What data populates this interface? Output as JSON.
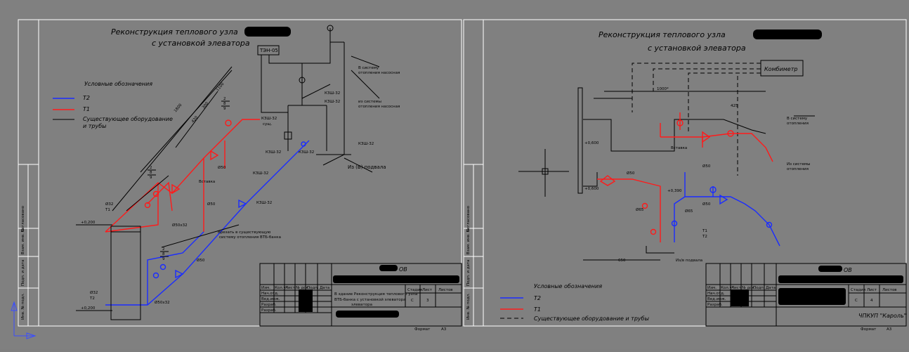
{
  "left_sheet": {
    "title_line1": "Реконструкция теплового узла",
    "title_line2": "с установкой элеватора",
    "legend_title": "Условные обозначения",
    "legend": [
      {
        "label": "Т2",
        "color": "#1a2cff"
      },
      {
        "label": "Т1",
        "color": "#ff1a1a"
      },
      {
        "label": "Существующее оборудование",
        "color": "#000000"
      },
      {
        "label": "и трубы",
        "color": ""
      }
    ],
    "labels": {
      "ten": "ТЭН-05",
      "to_system1": "В систему",
      "to_system1b": "отопления насосная",
      "from_system1": "из системы",
      "from_system1b": "отопления насосная",
      "kzsh32_a": "КЗШ-32",
      "kzsh32_b": "КЗШ-32",
      "kzsh32_c": "КЗШ-32",
      "kzsh32_d": "КЗШ-32",
      "kzsh32_e": "КЗШ-32",
      "kzsh32_f": "КЗШ-32",
      "sush": "сущ.",
      "iz_b_podvala": "Из (В) подвала",
      "vrezka": "Врезать в существующую",
      "vrezka2": "систему отопления ВТБ-банка",
      "d50x32": "Ø50х32",
      "d50x32b": "Ø50х32",
      "d50": "Ø50",
      "d50b": "Ø50",
      "d50c": "Ø50",
      "d32": "Ø32",
      "t1": "Т1",
      "d32b": "Ø32",
      "t2": "Т2",
      "lvl1": "+0,200",
      "lvl2": "+0,200",
      "vstavka": "Вставка",
      "dim_1100": "1100",
      "dim_420": "420",
      "dim_1800": "1800",
      "dim_300": "300",
      "frac_2_8_9": [
        "2",
        "8",
        "9"
      ]
    },
    "stamp": {
      "code": "ОВ",
      "rows": [
        "Нач.отд.",
        "Вед.инж.",
        "Разраб.",
        "Разраб."
      ],
      "cols": [
        "Изм.",
        "Кол.уч",
        "Лист",
        "№ док.",
        "Подп.",
        "Дата"
      ],
      "stage_cols": [
        "Стадия",
        "Лист",
        "Листов"
      ],
      "stage_vals": [
        "С",
        "3",
        ""
      ],
      "desc1": "В здание Реконструкция теплового узла",
      "desc2": "ВТБ-банка с установкой элеватора",
      "desc3": "элеватора",
      "format_label": "Формат",
      "format_val": "А3"
    },
    "side_labels": [
      "Согласовано",
      "Взам. инв. №",
      "Подп. и дата",
      "Инв. № подл."
    ]
  },
  "right_sheet": {
    "title_line1": "Реконструкция теплового узла",
    "title_line2": "с установкой элеватора",
    "kombimetr": "Комбиметр",
    "legend_title": "Условные обозначения",
    "legend": [
      {
        "label": "Т2",
        "color": "#1a2cff"
      },
      {
        "label": "Т1",
        "color": "#ff1a1a"
      },
      {
        "label": "Существующее оборудование и трубы",
        "color": "#000000"
      }
    ],
    "labels": {
      "to_system": "В систему",
      "to_system2": "отопления",
      "from_system": "Из системы",
      "from_system2": "отопления",
      "dim_total": "1000*",
      "lvl_a": "+0,600",
      "lvl_b": "+0,600",
      "lvl_c": "+0,390",
      "d50": "Ø50",
      "d50b": "Ø50",
      "d50c": "Ø50",
      "d65a": "Ø65",
      "d65b": "Ø65",
      "t1": "Т1",
      "t2": "Т2",
      "podval": "Из/в подвала",
      "vstavka": "Вставка",
      "dim_650": "650",
      "dim_425": "425"
    },
    "stamp": {
      "code": "ОВ",
      "rows": [
        "Нач.отд.",
        "Вед.инж.",
        "Разраб."
      ],
      "cols": [
        "Изм.",
        "Кол.уч",
        "Лист",
        "№ док.",
        "Подп.",
        "Дата"
      ],
      "stage_cols": [
        "Стадия",
        "Лист",
        "Листов"
      ],
      "stage_vals": [
        "С",
        "4",
        ""
      ],
      "org": "ЧПКУП \"Кароль\"",
      "format_label": "Формат",
      "format_val": "А3"
    },
    "side_labels": [
      "Согласовано",
      "Взам. инв. №",
      "Подп. и дата",
      "Инв. № подл."
    ]
  }
}
